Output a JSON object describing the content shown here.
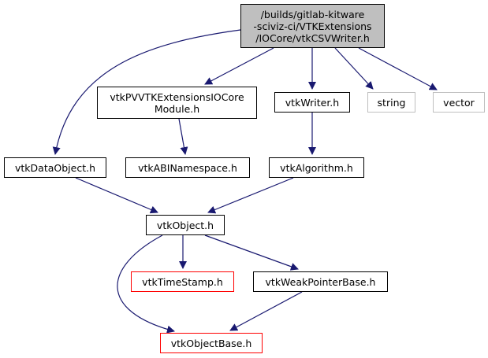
{
  "diagram": {
    "type": "include-dependency-graph",
    "colors": {
      "edge": "#191970",
      "root_fill": "#bfbfbf",
      "node_border": "#000000",
      "external_border": "#bfbfbf",
      "incomplete_border": "#ff0000"
    },
    "nodes": {
      "root": {
        "lines": [
          "/builds/gitlab-kitware",
          "-sciviz-ci/VTKExtensions",
          "/IOCore/vtkCSVWriter.h"
        ],
        "style": "root"
      },
      "pvmodule": {
        "lines": [
          "vtkPVVTKExtensionsIOCore",
          "Module.h"
        ],
        "style": "normal"
      },
      "writer": {
        "lines": [
          "vtkWriter.h"
        ],
        "style": "normal"
      },
      "string": {
        "lines": [
          "string"
        ],
        "style": "external"
      },
      "vector": {
        "lines": [
          "vector"
        ],
        "style": "external"
      },
      "dataobject": {
        "lines": [
          "vtkDataObject.h"
        ],
        "style": "normal"
      },
      "abinamespace": {
        "lines": [
          "vtkABINamespace.h"
        ],
        "style": "normal"
      },
      "algorithm": {
        "lines": [
          "vtkAlgorithm.h"
        ],
        "style": "normal"
      },
      "object": {
        "lines": [
          "vtkObject.h"
        ],
        "style": "normal"
      },
      "timestamp": {
        "lines": [
          "vtkTimeStamp.h"
        ],
        "style": "incomplete"
      },
      "weakpointerbase": {
        "lines": [
          "vtkWeakPointerBase.h"
        ],
        "style": "normal"
      },
      "objectbase": {
        "lines": [
          "vtkObjectBase.h"
        ],
        "style": "incomplete"
      }
    },
    "edges": [
      {
        "from": "root",
        "to": "dataobject"
      },
      {
        "from": "root",
        "to": "pvmodule"
      },
      {
        "from": "root",
        "to": "writer"
      },
      {
        "from": "root",
        "to": "string"
      },
      {
        "from": "root",
        "to": "vector"
      },
      {
        "from": "pvmodule",
        "to": "abinamespace"
      },
      {
        "from": "writer",
        "to": "algorithm"
      },
      {
        "from": "dataobject",
        "to": "object"
      },
      {
        "from": "algorithm",
        "to": "object"
      },
      {
        "from": "object",
        "to": "timestamp"
      },
      {
        "from": "object",
        "to": "weakpointerbase"
      },
      {
        "from": "object",
        "to": "objectbase"
      },
      {
        "from": "weakpointerbase",
        "to": "objectbase"
      }
    ]
  }
}
